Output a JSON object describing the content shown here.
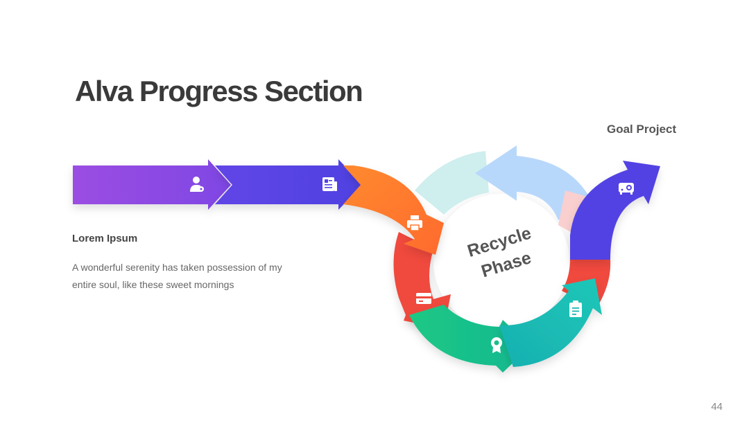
{
  "slide": {
    "title": "Alva Progress Section",
    "page_number": "44"
  },
  "goal": {
    "label": "Goal Project"
  },
  "text_block": {
    "heading": "Lorem Ipsum",
    "body": "A wonderful serenity has taken possession of my entire soul, like these sweet mornings"
  },
  "center": {
    "line1": "Recycle",
    "line2": "Phase"
  },
  "colors": {
    "purple": "#9747e0",
    "indigo": "#5243e3",
    "orange": "#ff7a2e",
    "red": "#f0493e",
    "green": "#16c08a",
    "teal": "#19b6b3",
    "blue_light": "#b8d8fb",
    "pink_light": "#f9cfcf",
    "mint_light": "#cfeeee",
    "goal_indigo": "#5243e3"
  },
  "icons": [
    "user-location-icon",
    "newspaper-icon",
    "printer-icon",
    "card-icon",
    "award-badge-icon",
    "clipboard-icon",
    "projector-icon"
  ]
}
